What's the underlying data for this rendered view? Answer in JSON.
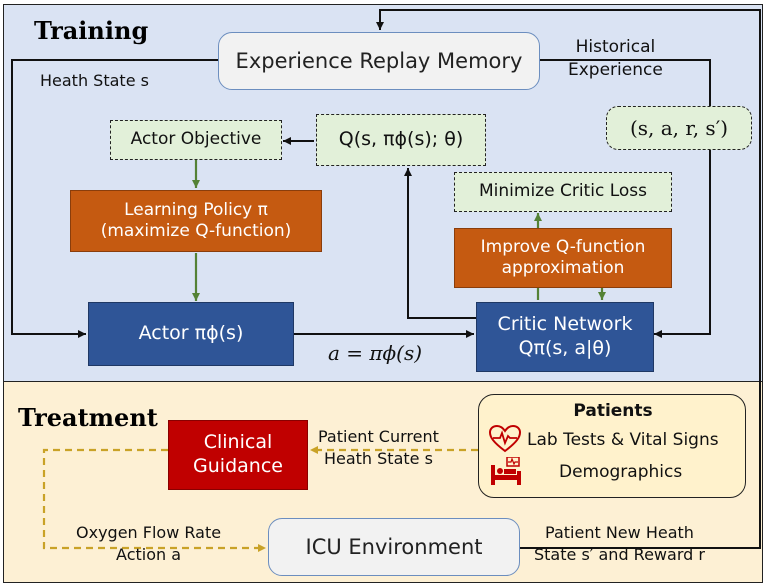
{
  "colors": {
    "training_bg": "#dae3f3",
    "treatment_bg": "#fdf0d4",
    "actor_blue": "#2f5597",
    "orange": "#c55a11",
    "green_box": "#e2f0d9",
    "clinical_red": "#c00000",
    "arrow_green": "#548235",
    "arrow_gold": "#c9a227"
  },
  "training": {
    "title": "Training",
    "replay_memory": "Experience Replay Memory",
    "health_state_label": "Heath State s",
    "historical_label": "Historical\nExperience",
    "transition_tuple": "(s, a, r, s′)",
    "actor_objective": "Actor Objective",
    "q_expression": "Q(s, πϕ(s); θ)",
    "minimize_critic": "Minimize Critic Loss",
    "learning_policy": "Learning Policy π\n(maximize Q-function)",
    "improve_q": "Improve Q-function\napproximation",
    "actor": "Actor πϕ(s)",
    "critic": "Critic Network\nQπ(s, a|θ)",
    "action_label": "a = πϕ(s)"
  },
  "treatment": {
    "title": "Treatment",
    "clinical_guidance": "Clinical\nGuidance",
    "patient_current_label": "Patient Current\nHeath State s",
    "patients_title": "Patients",
    "lab_tests": "Lab Tests & Vital Signs",
    "demographics": "Demographics",
    "oxygen_label": "Oxygen Flow Rate\nAction a",
    "icu_env": "ICU Environment",
    "patient_new_label": "Patient New Heath\nState s′ and Reward r"
  },
  "icons": {
    "heart": "heart-pulse-icon",
    "bed": "hospital-bed-icon"
  }
}
